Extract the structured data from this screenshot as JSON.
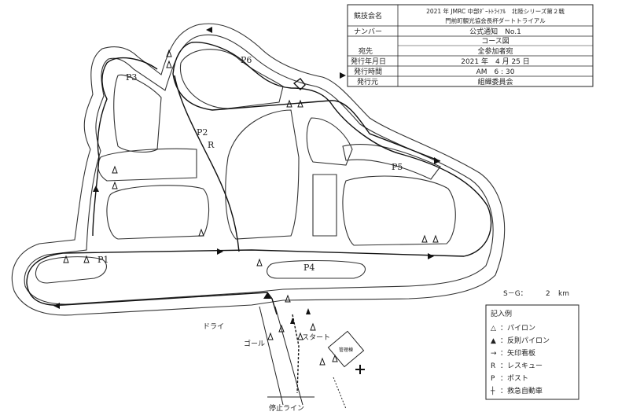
{
  "header": {
    "rows": [
      {
        "label": "競技会名",
        "value": "2021 年 JMRC 中部ﾀﾞｰﾄﾄﾗｲｱﾙ　北陸シリーズ第２戦"
      },
      {
        "label": "",
        "value": "門前町観光協会長杯ダートトライアル"
      },
      {
        "label": "ナンバー",
        "value": "公式通知　No.1"
      },
      {
        "label": "",
        "value": "コース図"
      },
      {
        "label": "宛先",
        "value": "全参加者宛"
      },
      {
        "label": "発行年月日",
        "value": "2021 年　4 月 25 日"
      },
      {
        "label": "発行時間",
        "value": "AM　6 : 30"
      },
      {
        "label": "発行元",
        "value": "組織委員会"
      }
    ]
  },
  "map_labels": {
    "p1": "P1",
    "p2": "P2",
    "p3": "P3",
    "p4": "P4",
    "p5": "P5",
    "p6": "P6",
    "rescue": "R",
    "dry": "ドライ",
    "goal": "ゴール",
    "start": "スタート",
    "hq": "管理棟",
    "stop_line": "停止ライン"
  },
  "distance": {
    "label": "S－G：",
    "value": "2",
    "unit": "km"
  },
  "legend": {
    "title": "記入例",
    "items": [
      {
        "icon": "pylon-icon",
        "symbol": "△",
        "text": "：パイロン"
      },
      {
        "icon": "reflective-pylon-icon",
        "symbol": "▲",
        "text": "：反則パイロン"
      },
      {
        "icon": "arrow-sign-icon",
        "symbol": "→",
        "text": "：矢印看板"
      },
      {
        "icon": "rescue-icon",
        "symbol": "R",
        "text": "：レスキュー"
      },
      {
        "icon": "post-icon",
        "symbol": "P",
        "text": "：ポスト"
      },
      {
        "icon": "ambulance-icon",
        "symbol": "┼",
        "text": "：救急自動車"
      }
    ]
  }
}
